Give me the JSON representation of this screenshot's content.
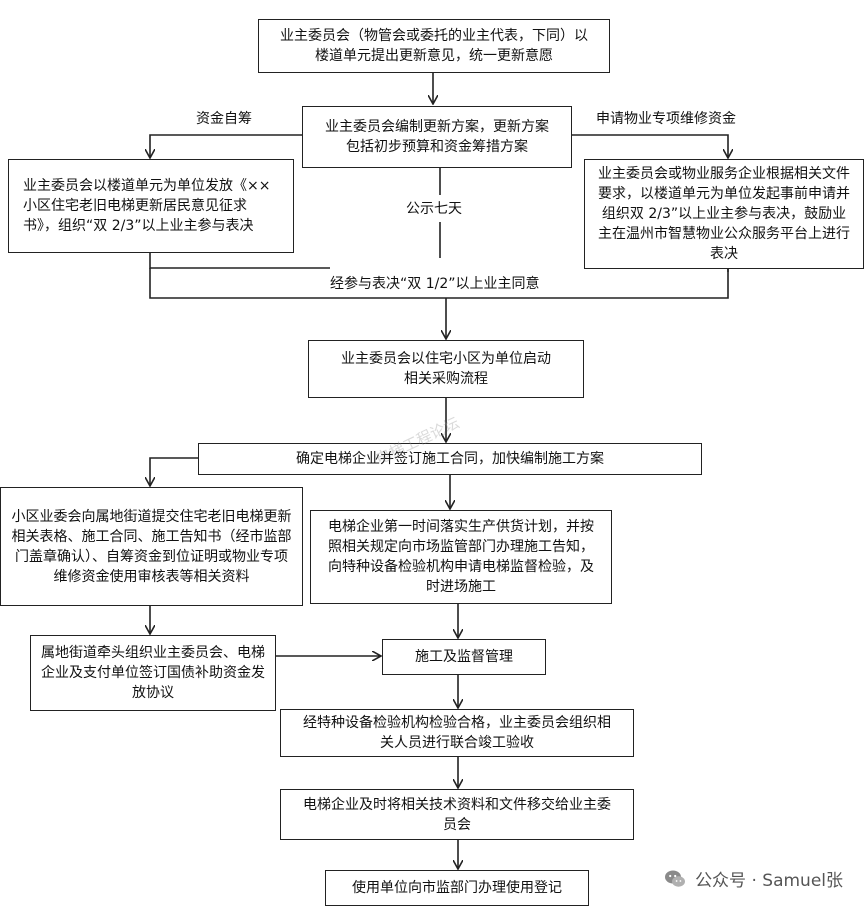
{
  "nodes": {
    "n1": "业主委员会（物管会或委托的业主代表，下同）以楼道单元提出更新意见，统一更新意愿",
    "n2": "业主委员会编制更新方案，更新方案包括初步预算和资金筹措方案",
    "n3_left": "业主委员会以楼道单元为单位发放《××小区住宅老旧电梯更新居民意见征求书》，组织“双 2/3”以上业主参与表决",
    "n3_right": "业主委员会或物业服务企业根据相关文件要求，以楼道单元为单位发起事前申请并组织双 2/3”以上业主参与表决，鼓励业主在温州市智慧物业公众服务平台上进行表决",
    "n4": "业主委员会以住宅小区为单位启动相关采购流程",
    "n5": "确定电梯企业并签订施工合同，加快编制施工方案",
    "n6_left": "小区业委会向属地街道提交住宅老旧电梯更新相关表格、施工合同、施工告知书（经市监部门盖章确认）、自筹资金到位证明或物业专项维修资金使用审核表等相关资料",
    "n6_right": "电梯企业第一时间落实生产供货计划，并按照相关规定向市场监管部门办理施工告知，向特种设备检验机构申请电梯监督检验，及时进场施工",
    "n7_left": "属地街道牵头组织业主委员会、电梯企业及支付单位签订国债补助资金发放协议",
    "n7_right": "施工及监督管理",
    "n8": "经特种设备检验机构检验合格，业主委员会组织相关人员进行联合竣工验收",
    "n9": "电梯企业及时将相关技术资料和文件移交给业主委员会",
    "n10": "使用单位向市监部门办理使用登记"
  },
  "edge_labels": {
    "left_branch": "资金自筹",
    "right_branch": "申请物业专项维修资金",
    "publicity": "公示七天",
    "vote_result": "经参与表决“双 1/2”以上业主同意"
  },
  "watermark": "电梯工程论坛",
  "footer": {
    "icon": "wechat-icon",
    "text": "公众号 · Samuel张"
  }
}
